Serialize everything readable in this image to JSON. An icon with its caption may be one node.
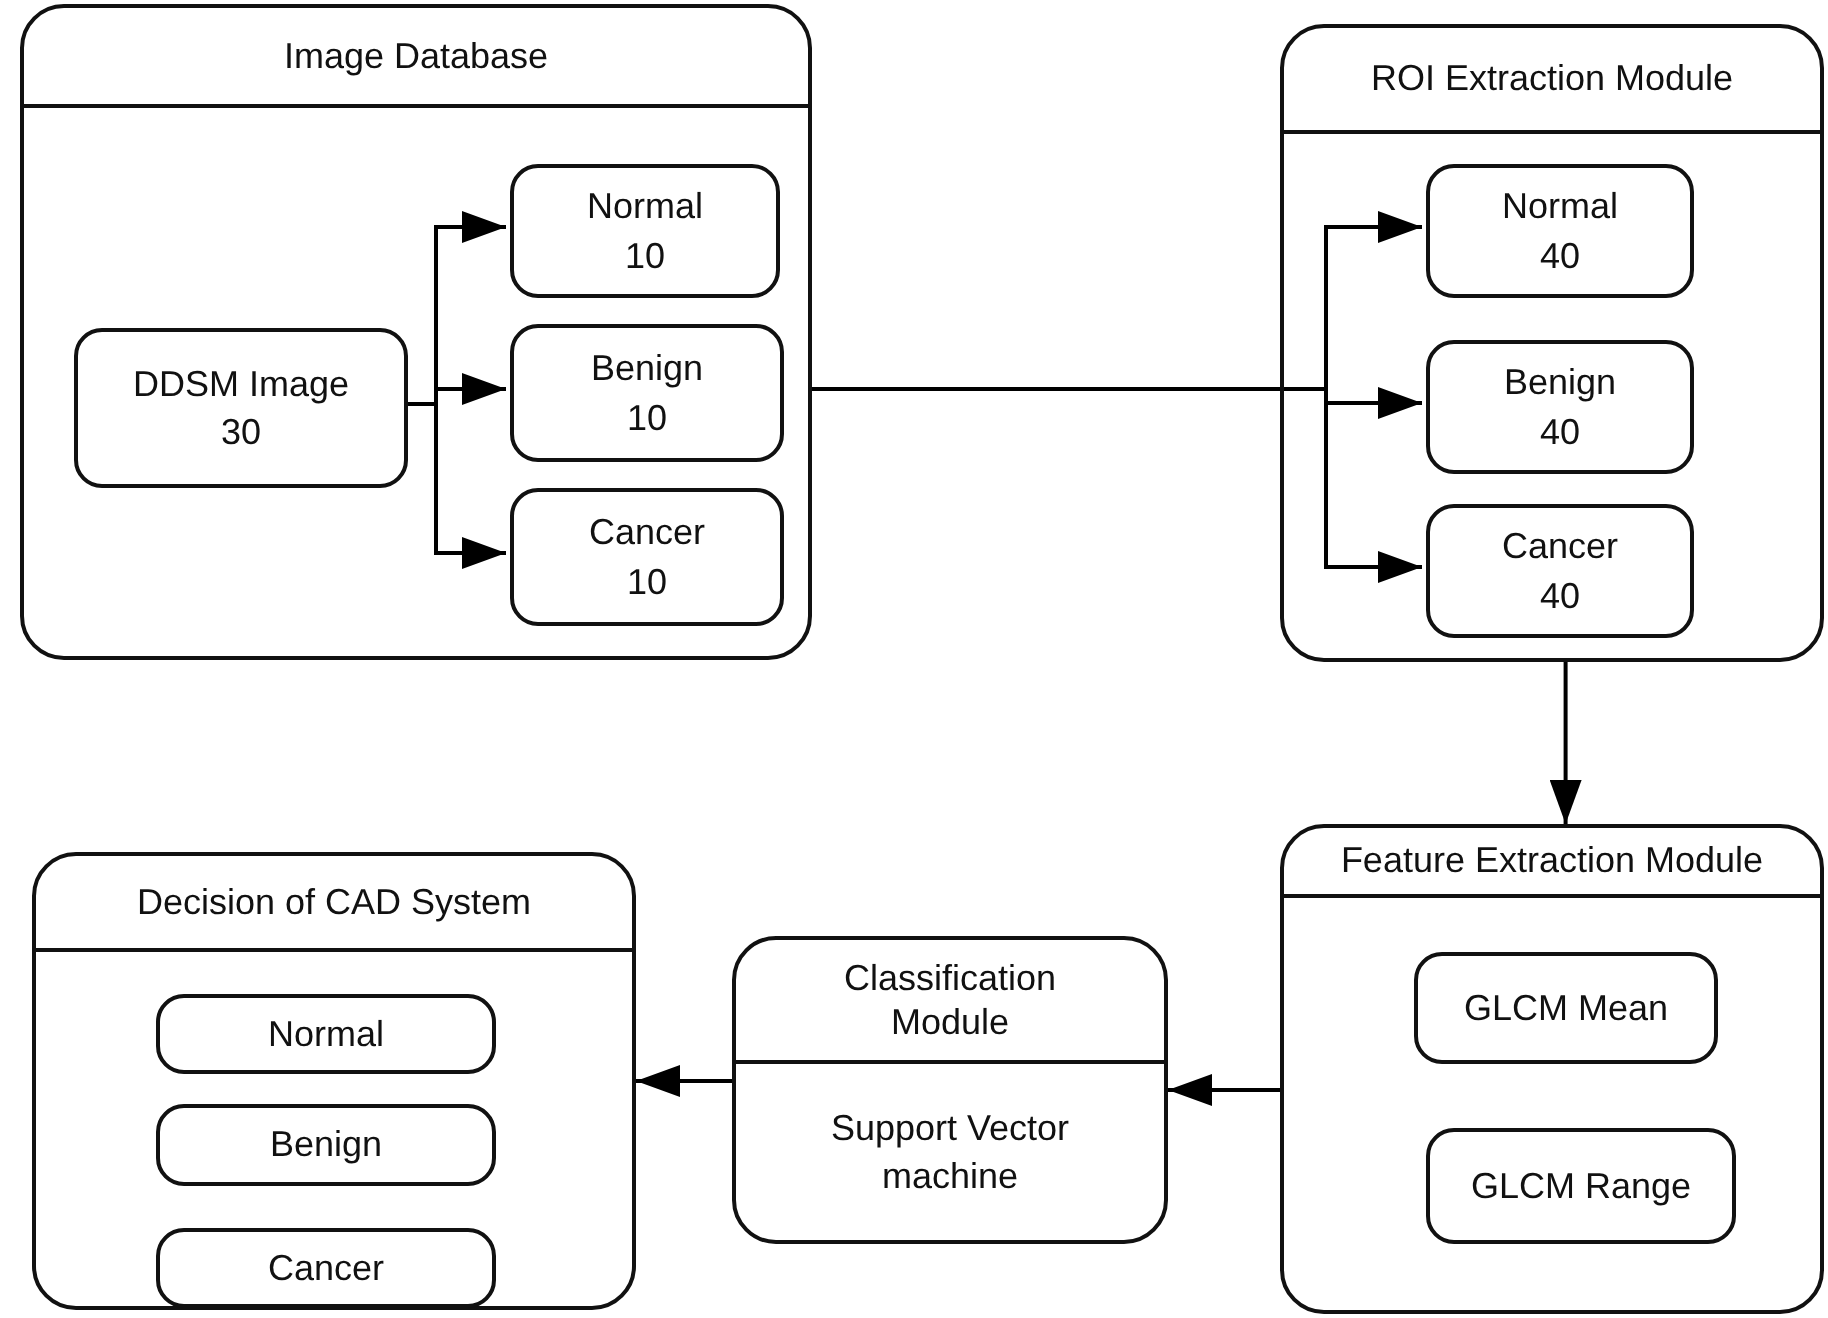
{
  "diagram": {
    "nodes": [
      {
        "text": [
          "Image Database"
        ]
      },
      {
        "text": [
          "DDSM Image",
          "30"
        ],
        "in": 0
      },
      {
        "text": [
          "Normal",
          "10"
        ],
        "in": 0
      },
      {
        "text": [
          "Benign",
          "10"
        ],
        "in": 0
      },
      {
        "text": [
          "Cancer",
          "10"
        ],
        "in": 0
      },
      {
        "text": [
          "ROI Extraction Module"
        ]
      },
      {
        "text": [
          "Normal",
          "40"
        ],
        "in": 5
      },
      {
        "text": [
          "Benign",
          "40"
        ],
        "in": 5
      },
      {
        "text": [
          "Cancer",
          "40"
        ],
        "in": 5
      },
      {
        "text": [
          "Feature Extraction Module"
        ]
      },
      {
        "text": [
          "GLCM Mean"
        ],
        "in": 9
      },
      {
        "text": [
          "GLCM Range"
        ],
        "in": 9
      },
      {
        "text": [
          "Decision of CAD System"
        ]
      },
      {
        "text": [
          "Normal"
        ],
        "in": 12
      },
      {
        "text": [
          "Benign"
        ],
        "in": 12
      },
      {
        "text": [
          "Cancer"
        ],
        "in": 12
      },
      {
        "text": [
          "Classification Module",
          "Support Vector machine"
        ]
      }
    ],
    "edges": [
      {
        "from": 1,
        "to": 2,
        "arrow": "to"
      },
      {
        "from": 1,
        "to": 3,
        "arrow": "to"
      },
      {
        "from": 1,
        "to": 4,
        "arrow": "to"
      },
      {
        "from": 0,
        "to": 6,
        "arrow": "to"
      },
      {
        "from": 0,
        "to": 7,
        "arrow": "to"
      },
      {
        "from": 0,
        "to": 8,
        "arrow": "to"
      },
      {
        "from": 5,
        "to": 9,
        "arrow": "to"
      },
      {
        "from": 9,
        "to": 16,
        "arrow": "to"
      },
      {
        "from": 16,
        "to": 12,
        "arrow": "to"
      }
    ]
  }
}
